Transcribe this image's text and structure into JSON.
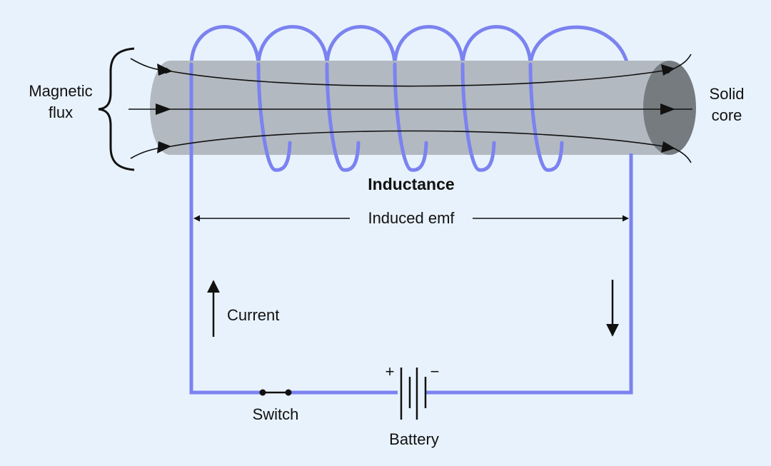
{
  "diagram": {
    "title": "Inductance",
    "labels": {
      "magnetic_flux_line1": "Magnetic",
      "magnetic_flux_line2": "flux",
      "solid_core_line1": "Solid",
      "solid_core_line2": "core",
      "induced_emf": "Induced emf",
      "current": "Current",
      "switch": "Switch",
      "battery": "Battery",
      "battery_plus": "+",
      "battery_minus": "−"
    },
    "colors": {
      "background": "#e8f2fc",
      "wire": "#7b83f0",
      "core_body": "#b3b9c0",
      "core_end": "#767b80",
      "ink": "#111111"
    }
  }
}
